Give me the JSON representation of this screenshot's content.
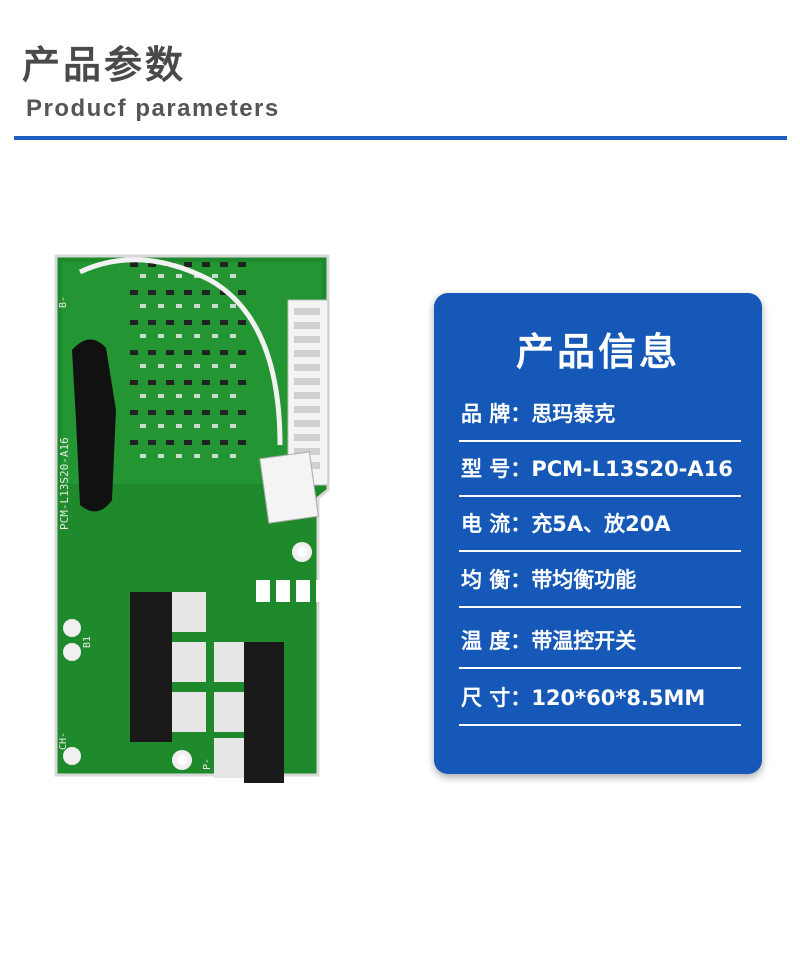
{
  "header": {
    "title_cn": "产品参数",
    "title_en": "Producf  parameters",
    "accent_color": "#1f5fbf"
  },
  "product_image": {
    "board_color": "#1e8a2c",
    "silk_texts": [
      "PCM-L13S20-A16",
      "B-",
      "B1",
      "CH-",
      "P-"
    ]
  },
  "info_card": {
    "title": "产品信息",
    "background": "#1558b8",
    "rows": [
      {
        "label": "品 牌：",
        "value": "思玛泰克"
      },
      {
        "label": "型  号：",
        "value": "PCM-L13S20-A16"
      },
      {
        "label": "电  流：",
        "value": "充5A、放20A"
      },
      {
        "label": "均  衡：",
        "value": "带均衡功能"
      },
      {
        "label": "温  度：",
        "value": "带温控开关"
      },
      {
        "label": "尺  寸：",
        "value": "120*60*8.5MM"
      }
    ]
  }
}
